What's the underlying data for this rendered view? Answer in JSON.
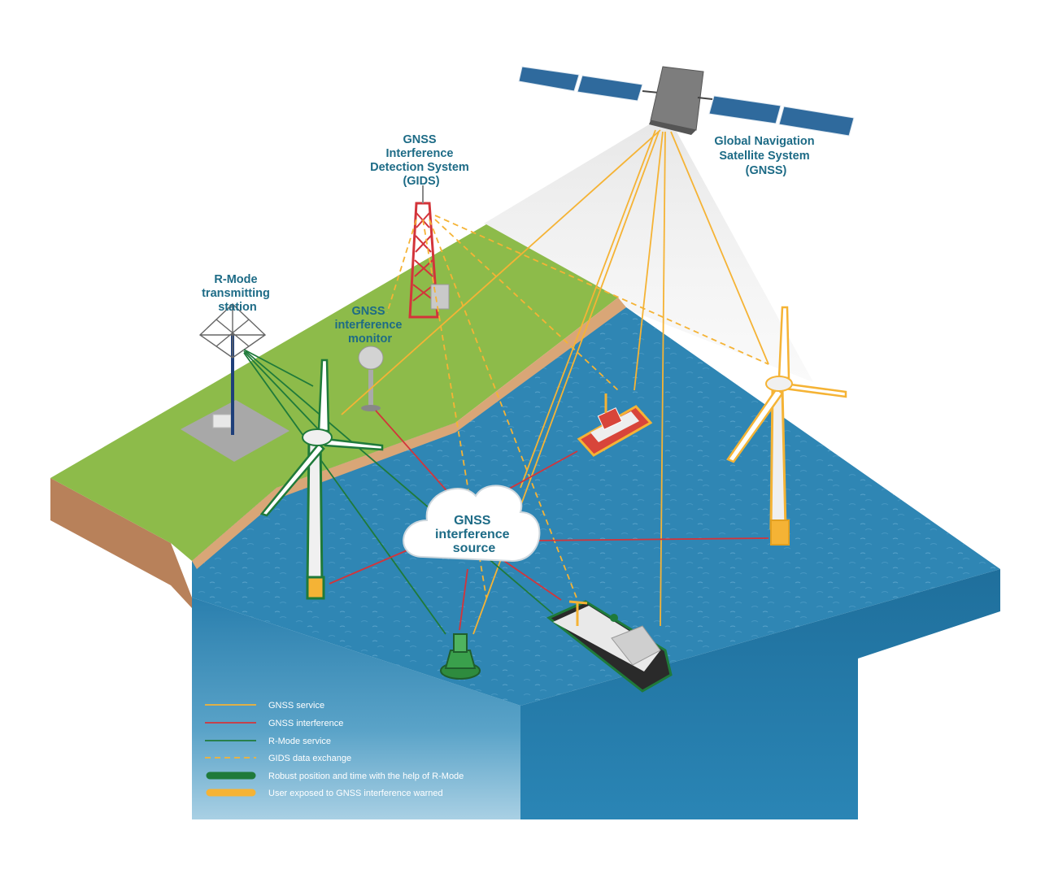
{
  "labels": {
    "gnss_title": [
      "Global Navigation",
      "Satellite System",
      "(GNSS)"
    ],
    "gids_title": [
      "GNSS",
      "Interference",
      "Detection System",
      "(GIDS)"
    ],
    "rmode_title": [
      "R-Mode",
      "transmitting",
      "station"
    ],
    "monitor_title": [
      "GNSS",
      "interference",
      "monitor"
    ],
    "source_title": [
      "GNSS",
      "interference",
      "source"
    ]
  },
  "legend": [
    {
      "text": "GNSS service",
      "style": "line",
      "color": "#f5b335"
    },
    {
      "text": "GNSS interference",
      "style": "line",
      "color": "#d3343a"
    },
    {
      "text": "R-Mode service",
      "style": "line",
      "color": "#1f7a3a"
    },
    {
      "text": "GIDS data exchange",
      "style": "dashed",
      "color": "#f5b335"
    },
    {
      "text": "Robust position and time with the help of R-Mode",
      "style": "thick",
      "color": "#1f7a3a"
    },
    {
      "text": "User exposed to GNSS interference warned",
      "style": "thick",
      "color": "#f5b335"
    }
  ],
  "colors": {
    "gnss_service": "#f5b335",
    "interference": "#d3343a",
    "rmode_service": "#1f7a3a",
    "label": "#1d6b86",
    "sea_top": "#2f86b4",
    "sea_side": "#2a7fae",
    "land": "#8dbb4a",
    "soil": "#b8815a"
  }
}
